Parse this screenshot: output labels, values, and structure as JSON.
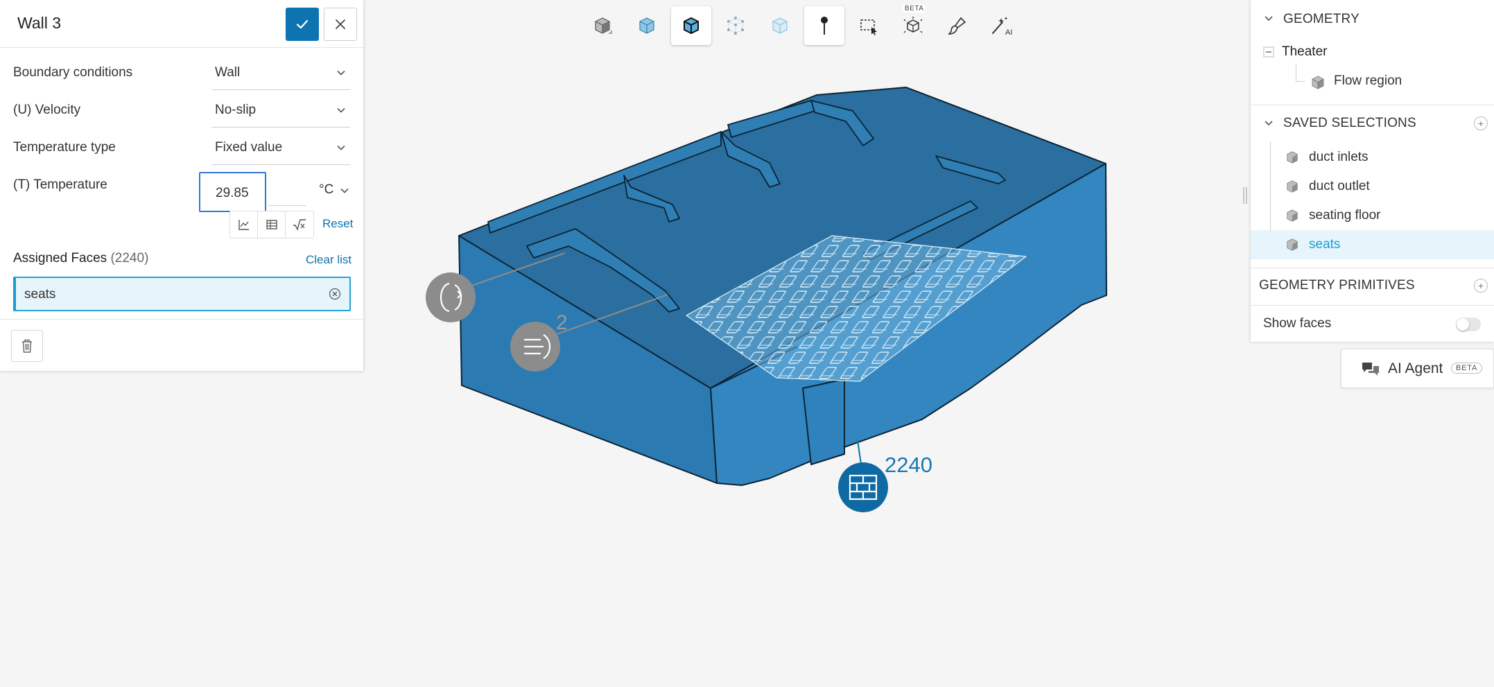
{
  "panel": {
    "title": "Wall 3",
    "fields": [
      {
        "label": "Boundary conditions",
        "value": "Wall"
      },
      {
        "label": "(U) Velocity",
        "value": "No-slip"
      },
      {
        "label": "Temperature type",
        "value": "Fixed value"
      },
      {
        "label": "(T) Temperature"
      }
    ],
    "temperature_value": "29.85",
    "temperature_unit": "°C",
    "reset_label": "Reset",
    "assigned_faces_label": "Assigned Faces",
    "assigned_faces_count": "(2240)",
    "clear_list_label": "Clear list",
    "assigned_chip": "seats"
  },
  "toolbar": {
    "beta_label": "BETA",
    "icons": [
      "view-cube-icon",
      "solid-view-icon",
      "edges-view-icon",
      "points-view-icon",
      "transparent-view-icon",
      "pin-tool-icon",
      "box-select-icon",
      "beta-feature-icon",
      "brush-tool-icon",
      "ai-magic-wand-icon"
    ],
    "active": [
      "edges-view-icon",
      "pin-tool-icon"
    ]
  },
  "geometry": {
    "title": "GEOMETRY",
    "root": "Theater",
    "child": "Flow region"
  },
  "saved_selections": {
    "title": "SAVED SELECTIONS",
    "items": [
      "duct inlets",
      "duct outlet",
      "seating floor",
      "seats"
    ],
    "active_item": "seats"
  },
  "geometry_primitives": {
    "title": "GEOMETRY PRIMITIVES"
  },
  "show_faces": {
    "label": "Show faces",
    "enabled": false
  },
  "ai_agent": {
    "label": "AI Agent",
    "beta": "BETA"
  },
  "viewport": {
    "inlet_count_label": "2",
    "wall_count_label": "2240"
  },
  "colors": {
    "accent": "#0d73b1",
    "highlight": "#1a9ed0",
    "model": "#2f7fb5",
    "model_dark": "#236899"
  }
}
